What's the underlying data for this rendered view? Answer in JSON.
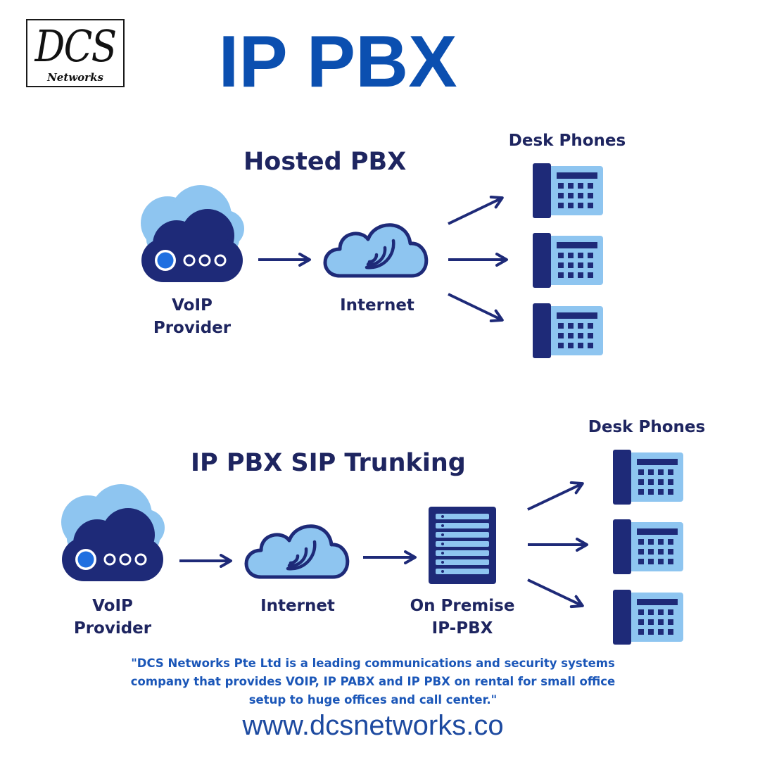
{
  "logo": {
    "mark": "DCS",
    "sub": "Networks"
  },
  "title": "IP PBX",
  "hosted": {
    "title": "Hosted PBX",
    "desk_phones_label": "Desk Phones",
    "voip_label_line1": "VoIP",
    "voip_label_line2": "Provider",
    "internet_label": "Internet"
  },
  "sip": {
    "title": "IP PBX SIP Trunking",
    "desk_phones_label": "Desk Phones",
    "voip_label_line1": "VoIP",
    "voip_label_line2": "Provider",
    "internet_label": "Internet",
    "onprem_label_line1": "On Premise",
    "onprem_label_line2": "IP-PBX"
  },
  "quote_text": "\"DCS Networks Pte Ltd is a leading communications and security systems company that provides VOIP, IP PABX and IP PBX on rental for small office setup to huge offices and call center.\"",
  "url": "www.dcsnetworks.co",
  "colors": {
    "navy": "#1e2a78",
    "light_blue": "#8ec5f0",
    "title_blue": "#0b4fb0",
    "accent_blue": "#1f6fe0"
  }
}
